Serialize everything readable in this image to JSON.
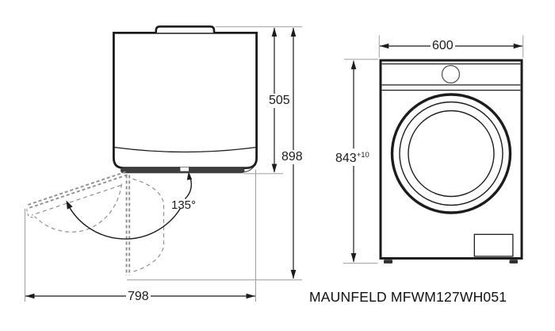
{
  "model_label": "MAUNFELD MFWM127WH051",
  "top_view": {
    "depth": "505",
    "depth_door_open": "898",
    "width_door_open": "798",
    "door_opening_angle": "135°"
  },
  "front_view": {
    "width": "600",
    "height": "843",
    "height_tolerance": "+10"
  },
  "colors": {
    "line": "#1c1c1c",
    "extension_line": "#9e9e9e",
    "dashed_door": "#909090",
    "door_strip_fill": "#3e3e3e",
    "background": "#ffffff"
  }
}
